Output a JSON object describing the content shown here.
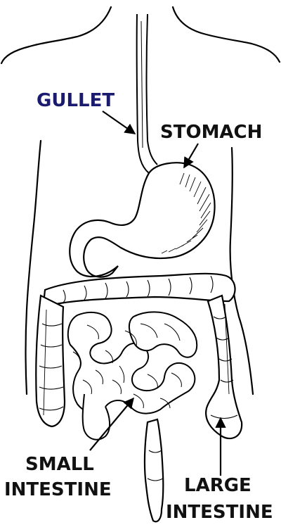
{
  "labels": {
    "gullet": "GULLET",
    "stomach": "STOMACH",
    "small_intestine": [
      "SMALL",
      "INTESTINE"
    ],
    "large_intestine": [
      "LARGE",
      "INTESTINE"
    ]
  },
  "colors": {
    "gullet_label": "#1a1a6e",
    "label": "#111111",
    "line": "#000000",
    "background": "#ffffff"
  }
}
